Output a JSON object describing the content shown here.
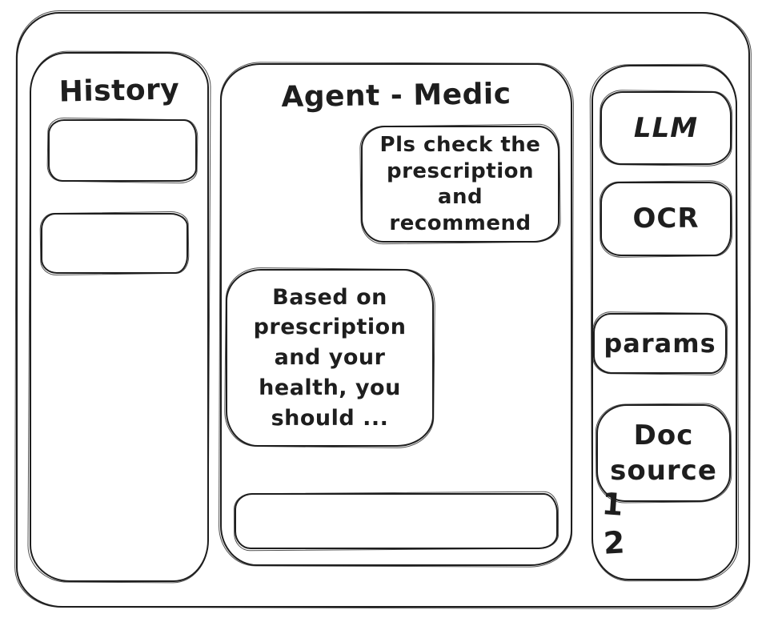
{
  "colors": {
    "ink": "#1e1e1e",
    "background": "#ffffff"
  },
  "history": {
    "title": "History",
    "items": [
      {
        "label": ""
      },
      {
        "label": ""
      }
    ]
  },
  "chat": {
    "title": "Agent - Medic",
    "user_message": "Pls check the prescription and recommend",
    "assistant_message": "Based on prescription and your health, you should ...",
    "input_value": ""
  },
  "tools": {
    "llm_label": "LLM",
    "ocr_label": "OCR",
    "params_label": "params",
    "doc_source_label": "Doc source",
    "doc_source_items": [
      "1",
      "2"
    ]
  }
}
